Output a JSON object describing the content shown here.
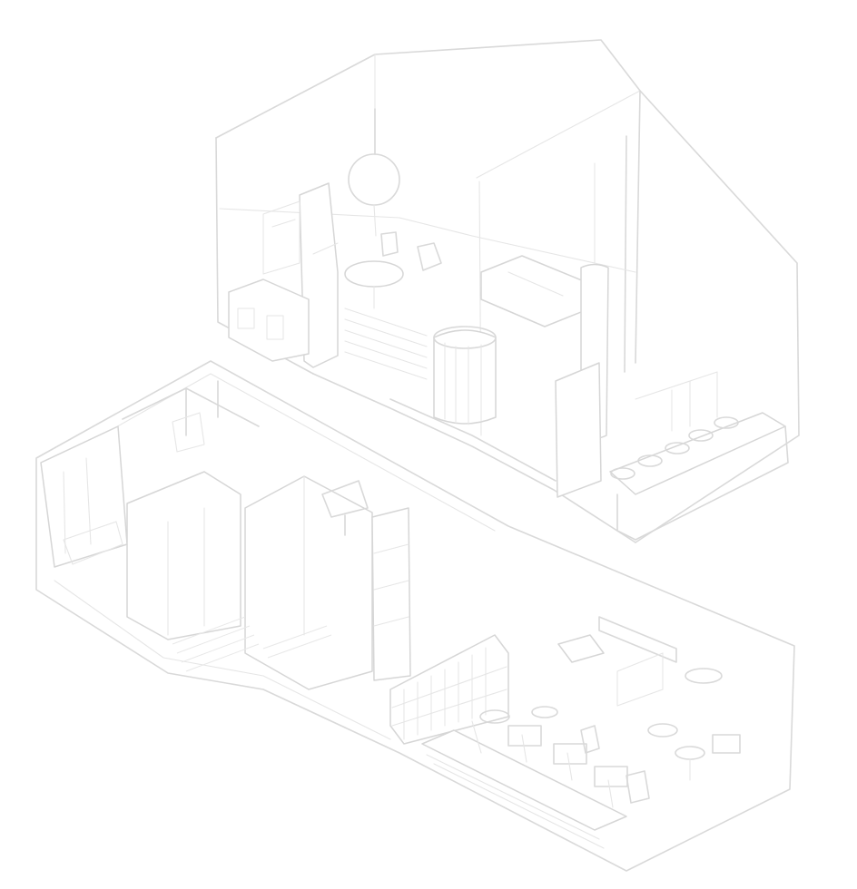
{
  "drawing": {
    "style": "isometric line sketch (no printed text)",
    "line_color": "#d9d9d9",
    "background": "#ffffff",
    "levels": [
      "upper-floor",
      "lower-floor"
    ]
  }
}
